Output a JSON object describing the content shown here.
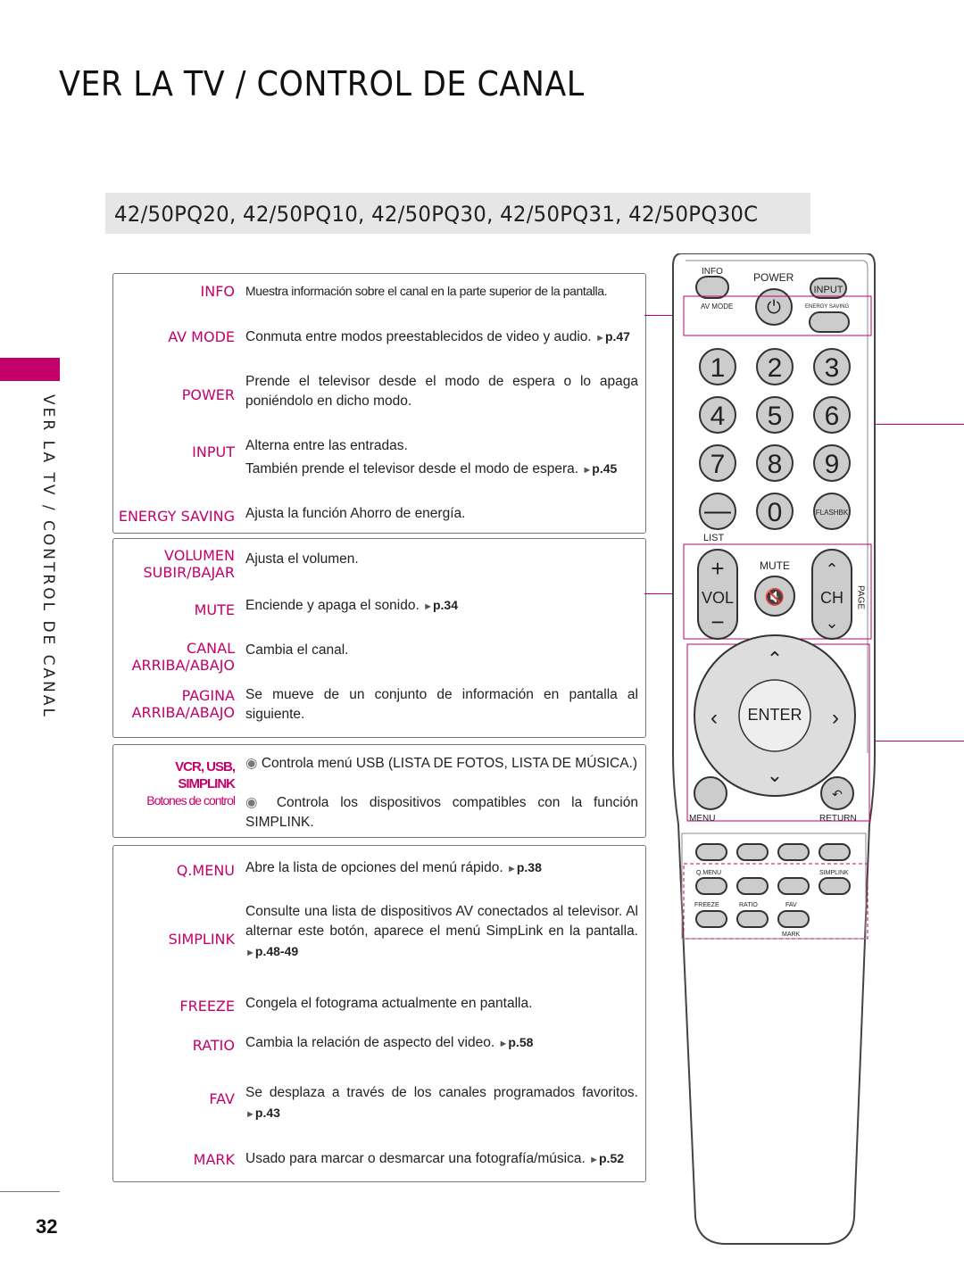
{
  "page_title": "VER LA TV / CONTROL DE CANAL",
  "models": "42/50PQ20, 42/50PQ10, 42/50PQ30, 42/50PQ31, 42/50PQ30C",
  "side_tab": "VER LA TV / CONTROL DE CANAL",
  "page_number": "32",
  "arrow": "►",
  "box1": [
    {
      "label": "INFO",
      "desc": "Muestra información sobre el canal en la parte superior de la pantalla.",
      "ref": ""
    },
    {
      "label": "AV MODE",
      "desc": "Conmuta entre modos preestablecidos de video y audio.",
      "ref": "p.47"
    },
    {
      "label": "POWER",
      "desc": "Prende el televisor desde el modo de espera o lo apaga poniéndolo en dicho modo.",
      "ref": ""
    },
    {
      "label": "INPUT",
      "desc": "Alterna entre las entradas.",
      "ref": ""
    },
    {
      "label": "",
      "desc": "También prende el televisor desde el modo de espera.",
      "ref": "p.45"
    },
    {
      "label": "ENERGY SAVING",
      "desc": "Ajusta la función Ahorro de energía.",
      "ref": ""
    }
  ],
  "box2": [
    {
      "label": "VOLUMEN SUBIR/BAJAR",
      "desc": "Ajusta el volumen.",
      "ref": ""
    },
    {
      "label": "MUTE",
      "desc": "Enciende y apaga el sonido.",
      "ref": "p.34"
    },
    {
      "label": "CANAL ARRIBA/ABAJO",
      "desc": "Cambia el canal.",
      "ref": ""
    },
    {
      "label": "PAGINA ARRIBA/ABAJO",
      "desc": "Se mueve de un conjunto de información en pantalla al siguiente.",
      "ref": ""
    }
  ],
  "box3": {
    "label_1": "VCR, USB,",
    "label_2": "SIMPLINK",
    "label_3": "Botones de control",
    "bullet_1": "Controla menú USB (LISTA DE FOTOS, LISTA DE MÚSICA.)",
    "bullet_2": "Controla los dispositivos compatibles con la función SIMPLINK."
  },
  "box4": [
    {
      "label": "Q.MENU",
      "desc": "Abre la lista de opciones del menú rápido.",
      "ref": "p.38"
    },
    {
      "label": "SIMPLINK",
      "desc": "Consulte una lista de dispositivos AV conectados al televisor. Al alternar este botón, aparece el menú SimpLink en la pantalla.",
      "ref": "p.48-49"
    },
    {
      "label": "FREEZE",
      "desc": "Congela el fotograma actualmente en pantalla.",
      "ref": ""
    },
    {
      "label": "RATIO",
      "desc": "Cambia la relación de aspecto del video.",
      "ref": "p.58"
    },
    {
      "label": "FAV",
      "desc": "Se desplaza a través de los canales programados favoritos.",
      "ref": "p.43"
    },
    {
      "label": "MARK",
      "desc": "Usado para marcar o desmarcar una fotografía/música.",
      "ref": "p.52"
    }
  ],
  "remote": {
    "info": "INFO",
    "power": "POWER",
    "input": "INPUT",
    "av_mode": "AV MODE",
    "energy_saving": "ENERGY SAVING",
    "digits": [
      "1",
      "2",
      "3",
      "4",
      "5",
      "6",
      "7",
      "8",
      "9",
      "0"
    ],
    "dash": "—",
    "flashbk": "FLASHBK",
    "list": "LIST",
    "mute": "MUTE",
    "vol": "VOL",
    "ch": "CH",
    "page": "PAGE",
    "enter": "ENTER",
    "menu": "MENU",
    "return": "RETURN",
    "qmenu": "Q.MENU",
    "simplink": "SIMPLINK",
    "freeze": "FREEZE",
    "ratio": "RATIO",
    "fav": "FAV",
    "mark": "MARK",
    "accent_color": "#c4006a"
  }
}
